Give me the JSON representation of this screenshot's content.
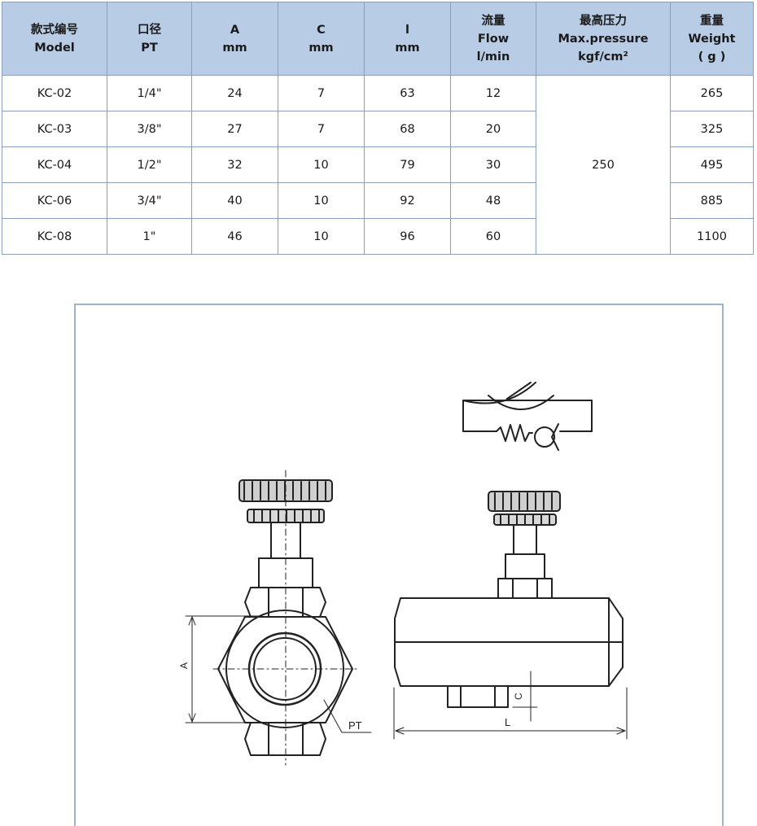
{
  "table": {
    "headers": [
      {
        "lines": [
          "款式编号",
          "Model"
        ]
      },
      {
        "lines": [
          "口径",
          "PT"
        ]
      },
      {
        "lines": [
          "A",
          "mm"
        ]
      },
      {
        "lines": [
          "C",
          "mm"
        ]
      },
      {
        "lines": [
          "l",
          "mm"
        ]
      },
      {
        "lines": [
          "流量",
          "Flow",
          "l/min"
        ]
      },
      {
        "lines": [
          "最高压力",
          "Max.pressure",
          "kgf/cm²"
        ]
      },
      {
        "lines": [
          "重量",
          "Weight",
          "( g )"
        ]
      }
    ],
    "rows": [
      {
        "model": "KC-02",
        "pt": "1/4\"",
        "a": "24",
        "c": "7",
        "l": "63",
        "flow": "12",
        "weight": "265"
      },
      {
        "model": "KC-03",
        "pt": "3/8\"",
        "a": "27",
        "c": "7",
        "l": "68",
        "flow": "20",
        "weight": "325"
      },
      {
        "model": "KC-04",
        "pt": "1/2\"",
        "a": "32",
        "c": "10",
        "l": "79",
        "flow": "30",
        "weight": "495"
      },
      {
        "model": "KC-06",
        "pt": "3/4\"",
        "a": "40",
        "c": "10",
        "l": "92",
        "flow": "48",
        "weight": "885"
      },
      {
        "model": "KC-08",
        "pt": "1\"",
        "a": "46",
        "c": "10",
        "l": "96",
        "flow": "60",
        "weight": "1100"
      }
    ],
    "max_pressure": "250"
  },
  "drawing": {
    "label_a": "A",
    "label_pt": "PT",
    "label_c": "C",
    "label_l": "L"
  }
}
